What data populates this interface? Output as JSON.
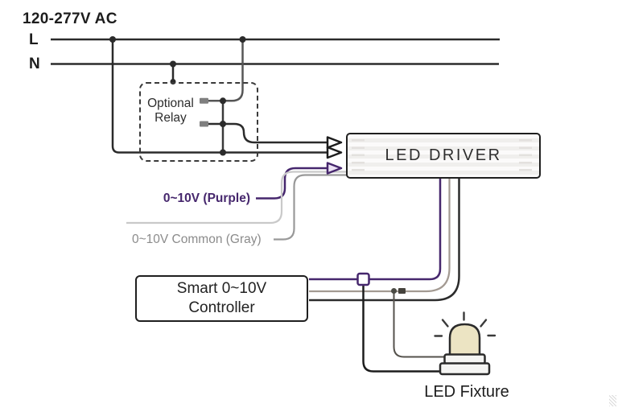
{
  "diagram": {
    "title": "120-277V AC",
    "line_labels": {
      "live": "L",
      "neutral": "N"
    },
    "relay": {
      "line1": "Optional",
      "line2": "Relay"
    },
    "driver": {
      "label": "LED DRIVER"
    },
    "controller": {
      "line1": "Smart 0~10V",
      "line2": "Controller"
    },
    "fixture": {
      "label": "LED Fixture"
    },
    "wire_labels": {
      "dim_purple": "0~10V (Purple)",
      "dim_common": "0~10V Common (Gray)"
    },
    "colors": {
      "wire_black": "#2b2b2b",
      "wire_purple": "#46276d",
      "wire_light_gray": "#c9c9c9",
      "wire_medium_gray": "#999999",
      "wire_taupe": "#a39a92",
      "relay_wire_gray": "#565656",
      "relay_terminal_gray": "#7f7f7f",
      "label_gray": "#8b8b8b",
      "bulb_fill": "#ece4c3"
    }
  }
}
